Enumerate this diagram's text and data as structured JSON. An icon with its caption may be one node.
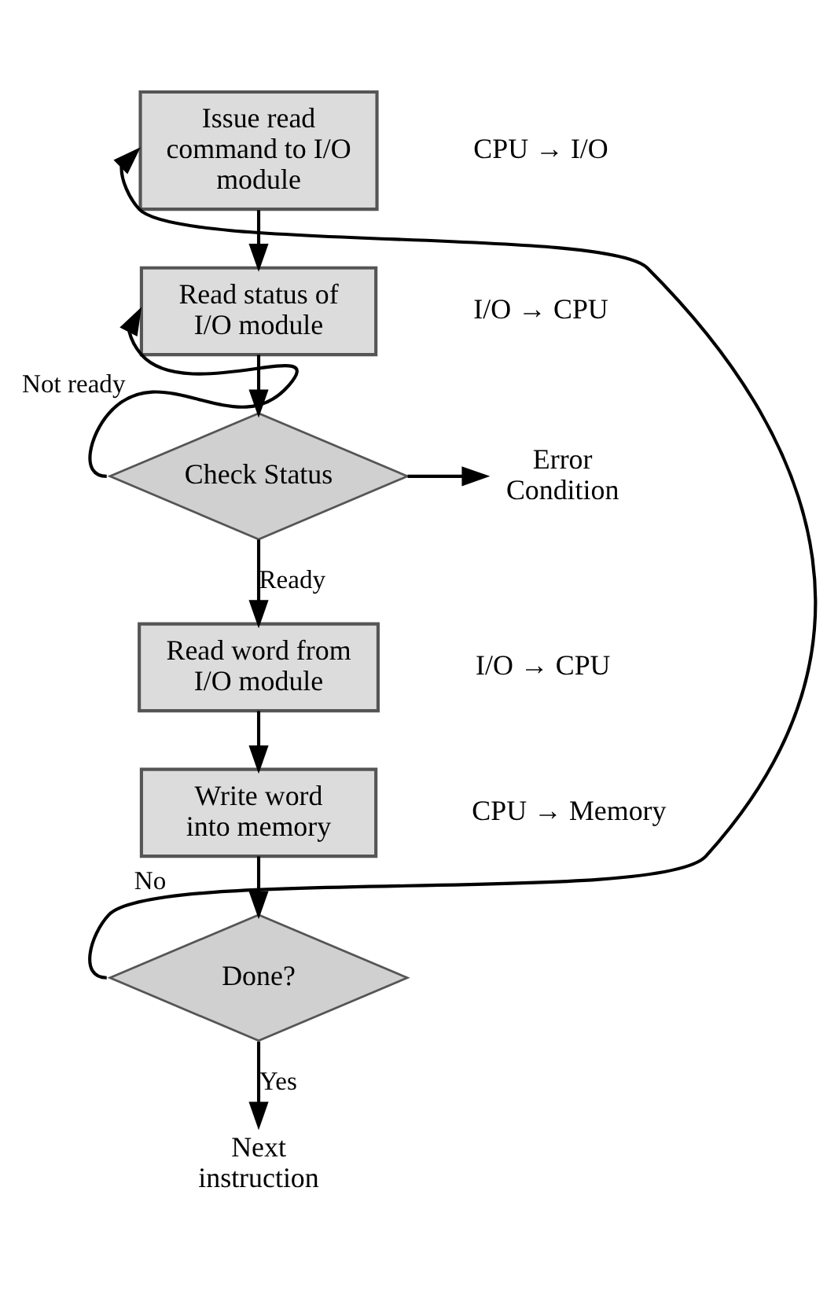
{
  "diagram": {
    "nodes": [
      {
        "text": [
          "Issue read command to I/O module"
        ],
        "beside": [
          "CPU → I/O"
        ]
      },
      {
        "text": [
          "Read status of I/O module"
        ],
        "beside": [
          "I/O → CPU"
        ]
      },
      {
        "text": [
          "Check Status"
        ]
      },
      {
        "text": [
          "Error Condition"
        ]
      },
      {
        "text": [
          "Read word from I/O module"
        ],
        "beside": [
          "I/O → CPU"
        ]
      },
      {
        "text": [
          "Write word into memory"
        ],
        "beside": [
          "CPU → Memory"
        ]
      },
      {
        "text": [
          "Done?"
        ]
      },
      {
        "text": [
          "Next instruction"
        ]
      }
    ],
    "edges": [
      {
        "from": 0,
        "to": 1,
        "arrow": "to"
      },
      {
        "from": 1,
        "to": 2,
        "arrow": "to"
      },
      {
        "from": 2,
        "to": 1,
        "arrow": "to",
        "label": "Not ready"
      },
      {
        "from": 2,
        "to": 3,
        "arrow": "to"
      },
      {
        "from": 2,
        "to": 4,
        "arrow": "to",
        "label": "Ready"
      },
      {
        "from": 4,
        "to": 5,
        "arrow": "to"
      },
      {
        "from": 5,
        "to": 6,
        "arrow": "to"
      },
      {
        "from": 6,
        "to": 0,
        "arrow": "to",
        "label": "No"
      },
      {
        "from": 6,
        "to": 7,
        "arrow": "to",
        "label": "Yes"
      }
    ]
  }
}
